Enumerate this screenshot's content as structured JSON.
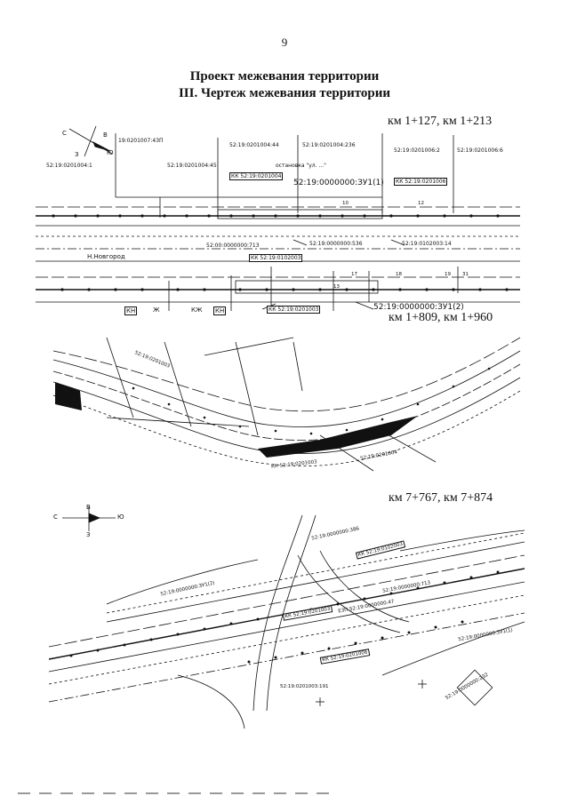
{
  "page_number": "9",
  "title_line1": "Проект межевания территории",
  "title_line2": "III. Чертеж межевания территории",
  "sections": [
    {
      "heading": "км 1+127, км 1+213"
    },
    {
      "heading": "км 1+809, км 1+960"
    },
    {
      "heading": "км 7+767, км 7+874"
    }
  ],
  "drawing1": {
    "parcels": [
      "19:0201007:43П",
      "52:19:0201004:1",
      "52:19:0201004:45",
      "52:19:0201004:44",
      "52:19:0201004:236",
      "52:19:0201006:2",
      "52:19:0201006:6",
      "52:00:0000000:713",
      "52:19:0000000:536",
      "52:19:0102003:14"
    ],
    "boxed": [
      "КК 52:19:0201004",
      "КК 52:19:0201006",
      "КК 52:19:0102003",
      "КК 52:19:0201003"
    ],
    "zu1": "52:19:0000000:ЗУ1(1)",
    "zu2": "52:19:0000000:ЗУ1(2)",
    "road": "Н.Новгород",
    "stop": "остановка \"ул. ...\"",
    "zones": [
      "КН",
      "Ж",
      "КЖ",
      "КН"
    ],
    "point_numbers": [
      "10",
      "12",
      "17",
      "18",
      "19",
      "13",
      "31"
    ]
  },
  "drawing2": {
    "labels": [
      "52:19:0201003",
      "КК 52:19:0201003",
      "52:19:0201004"
    ]
  },
  "drawing3": {
    "labels": [
      "52:19:0000000:386",
      "КК 52:19:0102003",
      "52:19:0000000:ЗУ1(2)",
      "КК 52:19:0201003",
      "52:19:0000000:713",
      "ЕЗП 52:19:0000000:47",
      "КК 52:19:0201006",
      "52:19:0000000:ЗУ1(1)",
      "52:19:0201003:191",
      "52:19:0000000:232"
    ]
  },
  "compass": {
    "n": "С",
    "s": "Ю",
    "w": "З",
    "e": "В"
  }
}
